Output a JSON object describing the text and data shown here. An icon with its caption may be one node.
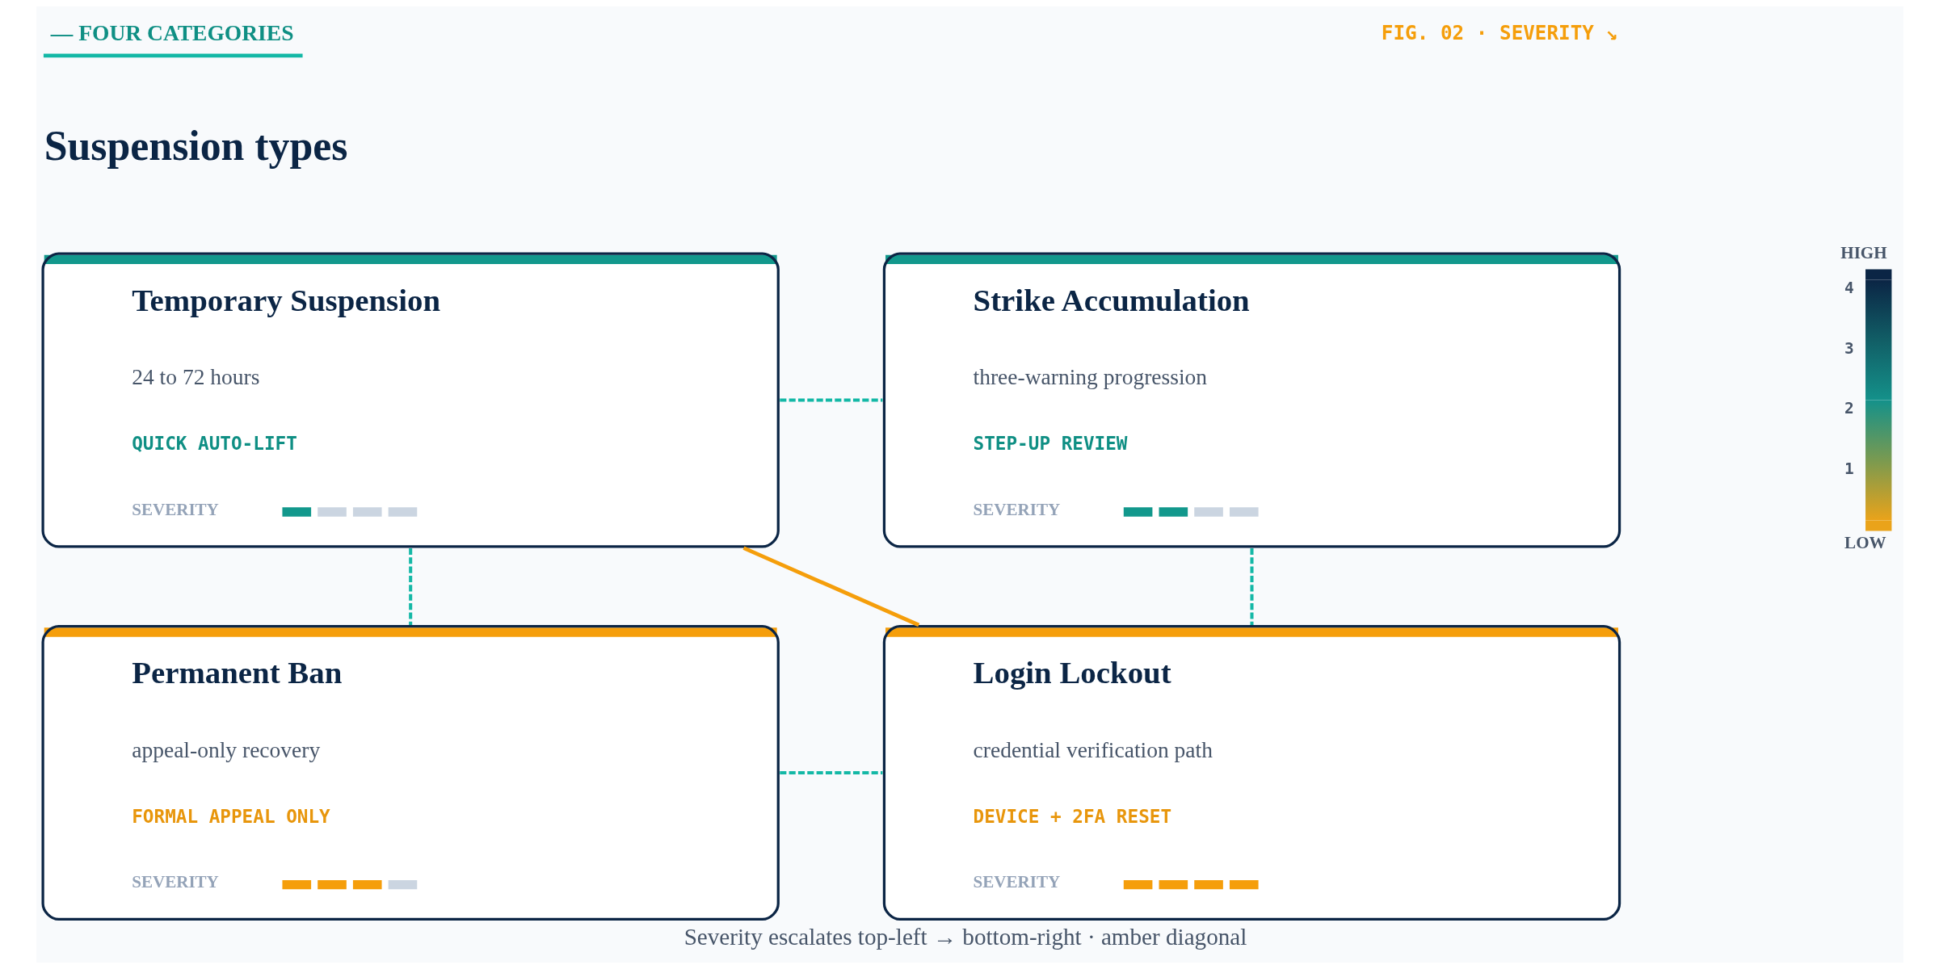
{
  "diagram": {
    "title": "Suspension types",
    "caption": "Severity escalates top-left → bottom-right · amber diagonal",
    "nodes": [
      {
        "text": [
          "Temporary Suspension",
          "24 to 72 hours",
          "QUICK AUTO-LIFT",
          "SEVERITY"
        ]
      },
      {
        "text": [
          "Strike Accumulation",
          "three-warning progression",
          "STEP-UP REVIEW",
          "SEVERITY"
        ]
      },
      {
        "text": [
          "Permanent Ban",
          "appeal-only recovery",
          "FORMAL APPEAL ONLY",
          "SEVERITY"
        ]
      },
      {
        "text": [
          "Login Lockout",
          "credential verification path",
          "DEVICE + 2FA RESET",
          "SEVERITY"
        ]
      }
    ],
    "edges": [
      {
        "from": 0,
        "to": 1,
        "arrow": "none",
        "style": "dashed"
      },
      {
        "from": 0,
        "to": 2,
        "arrow": "none",
        "style": "dashed"
      },
      {
        "from": 1,
        "to": 3,
        "arrow": "none",
        "style": "dashed"
      },
      {
        "from": 2,
        "to": 3,
        "arrow": "none",
        "style": "dashed"
      },
      {
        "from": 0,
        "to": 3,
        "arrow": "none",
        "color": "#f59e0b"
      }
    ],
    "labels": [
      "— FOUR CATEGORIES",
      "FIG. 02 · SEVERITY ↘",
      "HIGH",
      "4",
      "3",
      "2",
      "1",
      "LOW"
    ]
  }
}
